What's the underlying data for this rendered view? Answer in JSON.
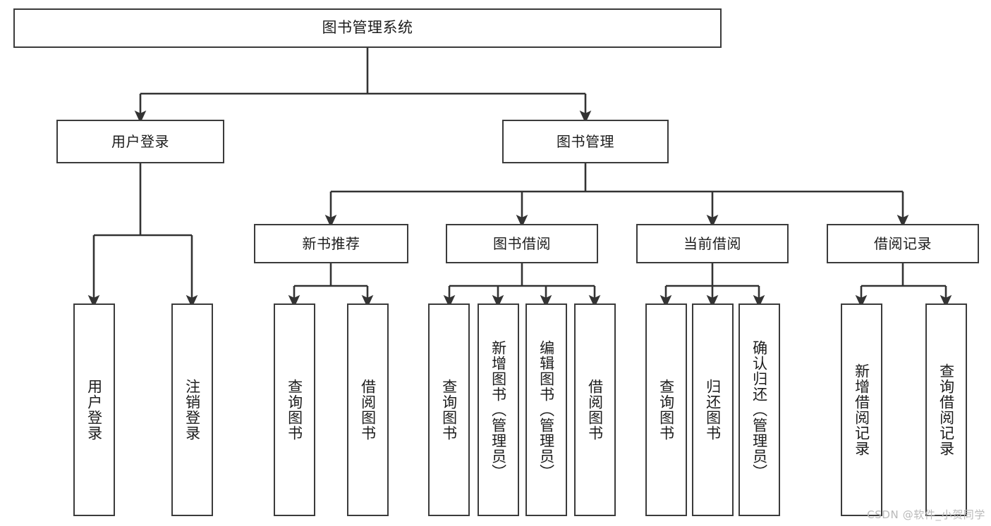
{
  "diagram": {
    "title": "图书管理系统",
    "type": "tree",
    "watermark": "CSDN @软件_小贺同学",
    "colors": {
      "background": "#ffffff",
      "box_border": "#3b3b3b",
      "box_fill": "#ffffff",
      "text": "#1c1c1c",
      "edge": "#333333",
      "watermark": "#b9b9b9"
    },
    "root": {
      "label": "图书管理系统"
    },
    "level2": [
      {
        "label": "用户登录"
      },
      {
        "label": "图书管理"
      }
    ],
    "level3": [
      {
        "label": "新书推荐"
      },
      {
        "label": "图书借阅"
      },
      {
        "label": "当前借阅"
      },
      {
        "label": "借阅记录"
      }
    ],
    "leaves": {
      "user_login": [
        {
          "label": "用户登录"
        },
        {
          "label": "注销登录"
        }
      ],
      "new_book": [
        {
          "label": "查询图书"
        },
        {
          "label": "借阅图书"
        }
      ],
      "book_borrow": [
        {
          "label": "查询图书"
        },
        {
          "label": "新增图书（管理员）"
        },
        {
          "label": "编辑图书（管理员）"
        },
        {
          "label": "借阅图书"
        }
      ],
      "current_borrow": [
        {
          "label": "查询图书"
        },
        {
          "label": "归还图书"
        },
        {
          "label": "确认归还（管理员）"
        }
      ],
      "borrow_record": [
        {
          "label": "新增借阅记录"
        },
        {
          "label": "查询借阅记录"
        }
      ]
    }
  }
}
